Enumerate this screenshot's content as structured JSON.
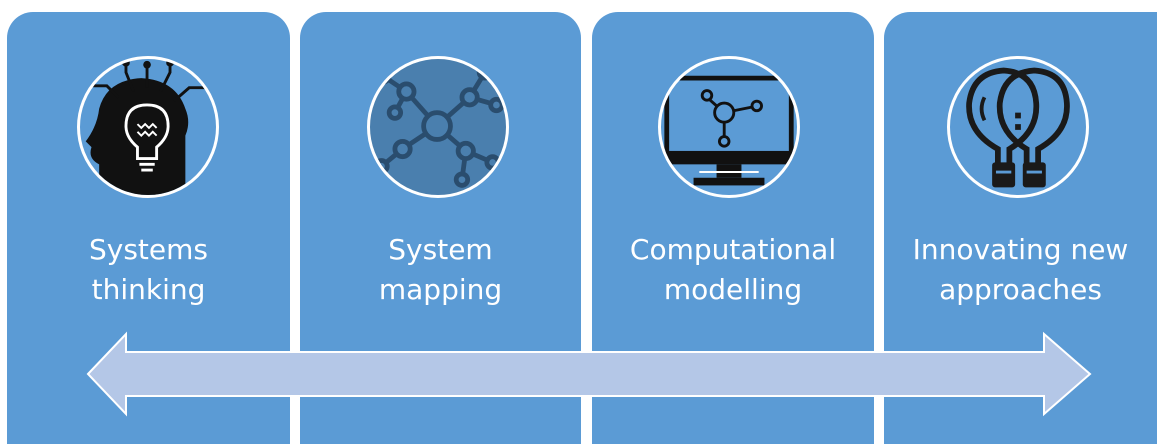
{
  "panels": [
    {
      "label": "Systems\nthinking",
      "icon": "head-lightbulb-icon"
    },
    {
      "label": "System\nmapping",
      "icon": "network-icon"
    },
    {
      "label": "Computational\nmodelling",
      "icon": "computer-network-icon"
    },
    {
      "label": "Innovating new\napproaches",
      "icon": "two-lightbulbs-icon"
    }
  ],
  "colors": {
    "panel": "#5b9bd5",
    "arrow_fill": "#b4c7e7",
    "arrow_stroke": "#ffffff",
    "icon_dark": "#1a1a1a"
  }
}
